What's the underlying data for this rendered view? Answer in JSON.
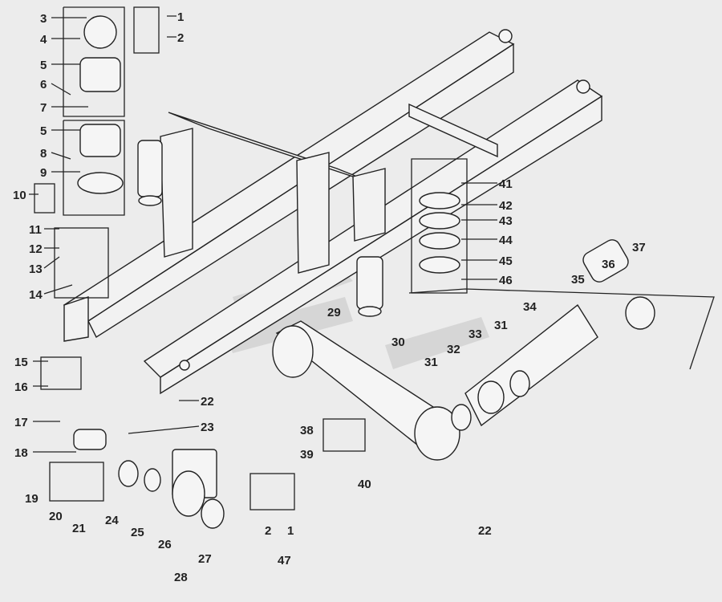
{
  "diagram": {
    "callouts": [
      "3",
      "1",
      "4",
      "2",
      "5",
      "6",
      "7",
      "5",
      "8",
      "9",
      "10",
      "11",
      "12",
      "13",
      "14",
      "41",
      "42",
      "43",
      "44",
      "45",
      "46",
      "37",
      "36",
      "35",
      "34",
      "29",
      "30",
      "31",
      "31",
      "32",
      "33",
      "15",
      "16",
      "22",
      "23",
      "17",
      "18",
      "38",
      "39",
      "40",
      "19",
      "20",
      "21",
      "24",
      "25",
      "26",
      "27",
      "2",
      "1",
      "22",
      "28",
      "47"
    ]
  },
  "colors": {
    "background": "#ececec",
    "line": "#222222"
  }
}
